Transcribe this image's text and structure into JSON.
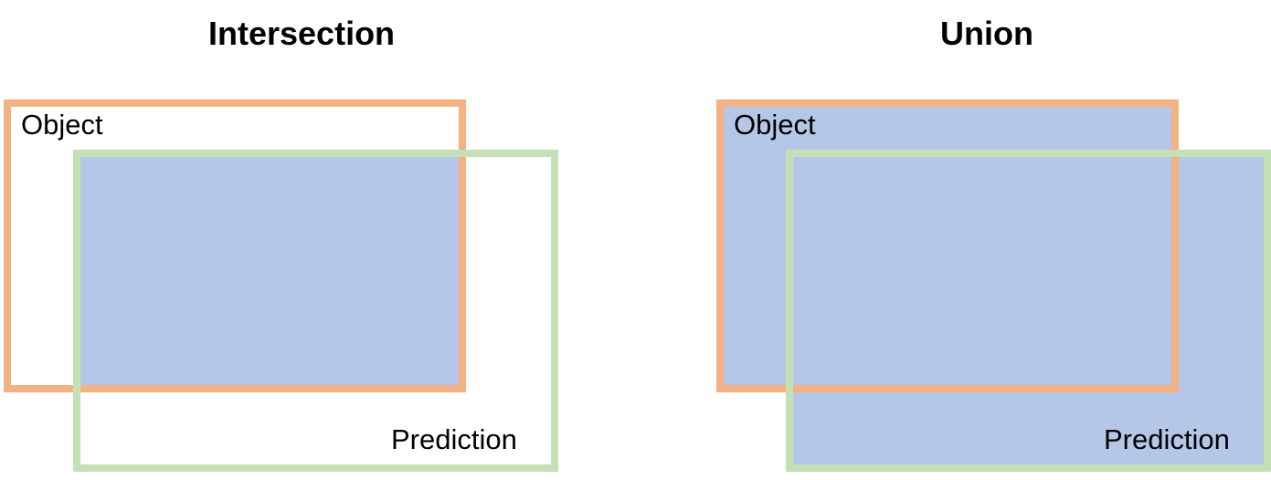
{
  "panels": {
    "intersection": {
      "title": "Intersection",
      "object_label": "Object",
      "prediction_label": "Prediction"
    },
    "union": {
      "title": "Union",
      "object_label": "Object",
      "prediction_label": "Prediction"
    }
  },
  "colors": {
    "object_border": "#F4B183",
    "prediction_border": "#C5E0B4",
    "fill": "#B4C7E7",
    "background": "#FFFFFF",
    "text": "#000000"
  }
}
